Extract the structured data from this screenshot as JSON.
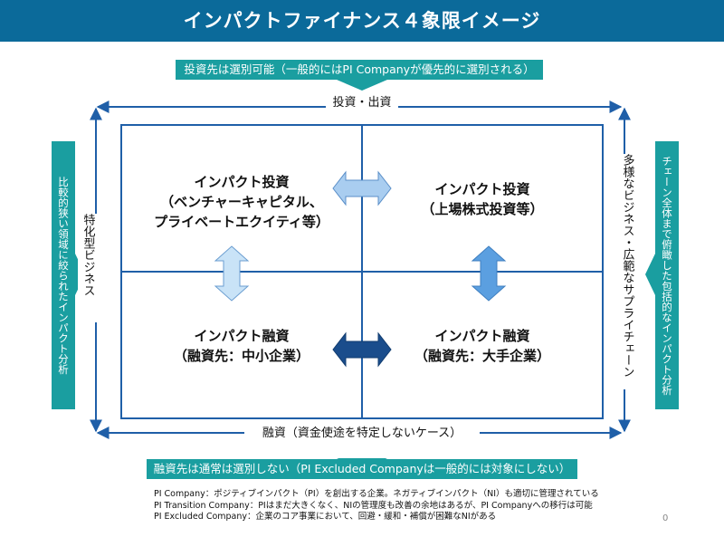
{
  "header": {
    "title": "インパクトファイナンス４象限イメージ"
  },
  "top_box": "投資先は選別可能（一般的にはPI Companyが優先的に選別される）",
  "bottom_box": "融資先は通常は選別しない（PI Excluded Companyは一般的には対象にしない）",
  "left_box": "比較的狭い領域に絞られたインパクト分析",
  "right_box": "チェーン全体まで俯瞰した包括的なインパクト分析",
  "axes": {
    "top": "投資・出資",
    "bottom": "融資（資金使途を特定しないケース）",
    "left": "特化型ビジネス",
    "right": "多様なビジネス・広範なサプライチェーン"
  },
  "quadrants": {
    "top_left": {
      "line1": "インパクト投資",
      "line2": "（ベンチャーキャピタル、",
      "line3": "プライベートエクイティ等）"
    },
    "top_right": {
      "line1": "インパクト投資",
      "line2": "（上場株式投資等）"
    },
    "bottom_left": {
      "line1": "インパクト融資",
      "line2": "（融資先：中小企業）"
    },
    "bottom_right": {
      "line1": "インパクト融資",
      "line2": "（融資先：大手企業）"
    }
  },
  "notes": [
    "PI Company：ポジティブインパクト（PI）を創出する企業。ネガティブインパクト（NI）も適切に管理されている",
    "PI Transition Company：PIはまだ大きくなく、NIの管理度も改善の余地はあるが、PI Companyへの移行は可能",
    "PI Excluded Company：企業のコア事業において、回避・緩和・補償が困難なNIがある"
  ],
  "page_number": "0",
  "colors": {
    "header": "#0b6a9a",
    "teal": "#1a9ea0",
    "axis": "#1f5fa8",
    "arrow_light": "#bcdcf3",
    "arrow_mid": "#5b9fe0",
    "arrow_dark": "#1a4d8c"
  }
}
